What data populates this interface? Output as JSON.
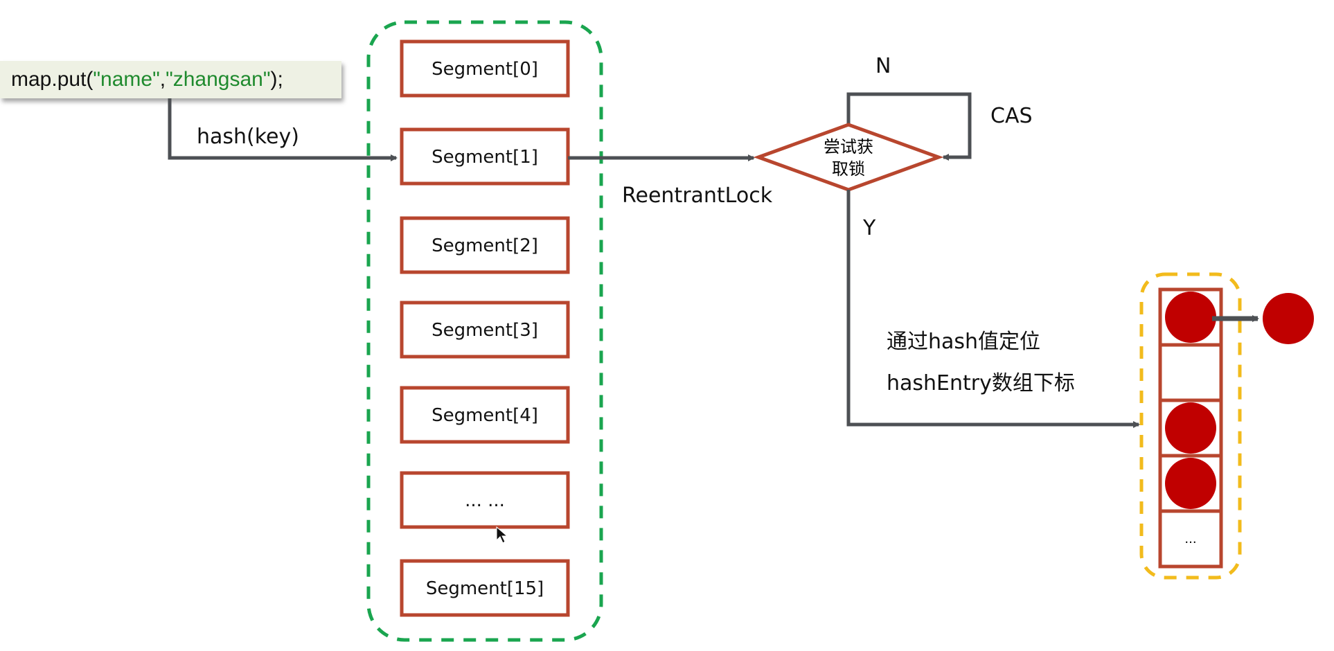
{
  "code": {
    "prefix": "map.put(",
    "key": "\"name\"",
    "sep": ",",
    "value": "\"zhangsan\"",
    "suffix": ");"
  },
  "labels": {
    "hash_key": "hash(key)",
    "reentrant_lock": "ReentrantLock",
    "no": "N",
    "yes": "Y",
    "cas": "CAS",
    "locate_line1": "通过hash值定位",
    "locate_line2": "hashEntry数组下标"
  },
  "decision": {
    "line1": "尝试获",
    "line2": "取锁"
  },
  "segments": [
    "Segment[0]",
    "Segment[1]",
    "Segment[2]",
    "Segment[3]",
    "Segment[4]",
    "... ...",
    "Segment[15]"
  ],
  "hash_entries": [
    {
      "filled": true,
      "label": ""
    },
    {
      "filled": false,
      "label": ""
    },
    {
      "filled": true,
      "label": ""
    },
    {
      "filled": true,
      "label": ""
    },
    {
      "filled": false,
      "label": "..."
    }
  ],
  "colors": {
    "segment_border": "#b8462e",
    "segment_container": "#1aa54f",
    "entry_container": "#f2bb1c",
    "node_fill": "#c00000",
    "arrow": "#4d5054",
    "code_bg": "#eef1e4",
    "code_string": "#1f8a2e"
  }
}
